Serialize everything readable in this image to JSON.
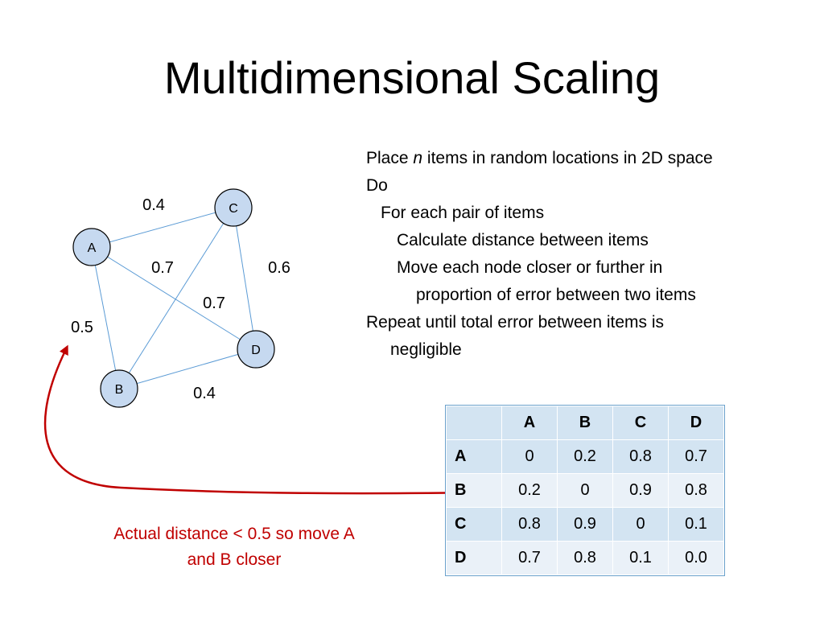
{
  "title": "Multidimensional Scaling",
  "algorithm": {
    "line1_pre": "Place ",
    "line1_var": "n",
    "line1_post": " items in random locations in 2D space",
    "line2": "Do",
    "line3": "For each pair of items",
    "line4": "Calculate distance between items",
    "line5": "Move each node closer or further in",
    "line6": "proportion of error between two items",
    "line7": "Repeat until total error between items is",
    "line8": "negligible"
  },
  "graph": {
    "nodes": {
      "A": "A",
      "B": "B",
      "C": "C",
      "D": "D"
    },
    "edges": {
      "ac": "0.4",
      "ad": "0.7",
      "bc": "0.7",
      "cd": "0.6",
      "ab": "0.5",
      "bd": "0.4"
    },
    "node_fill": "#c6d9f0",
    "edge_color": "#5b9bd5"
  },
  "table": {
    "header": [
      "",
      "A",
      "B",
      "C",
      "D"
    ],
    "rows": [
      {
        "label": "A",
        "cells": [
          "0",
          "0.2",
          "0.8",
          "0.7"
        ]
      },
      {
        "label": "B",
        "cells": [
          "0.2",
          "0",
          "0.9",
          "0.8"
        ]
      },
      {
        "label": "C",
        "cells": [
          "0.8",
          "0.9",
          "0",
          "0.1"
        ]
      },
      {
        "label": "D",
        "cells": [
          "0.7",
          "0.8",
          "0.1",
          "0.0"
        ]
      }
    ]
  },
  "annotation": {
    "line1": "Actual distance < 0.5 so move A",
    "line2": "and B closer",
    "color": "#c00000"
  }
}
